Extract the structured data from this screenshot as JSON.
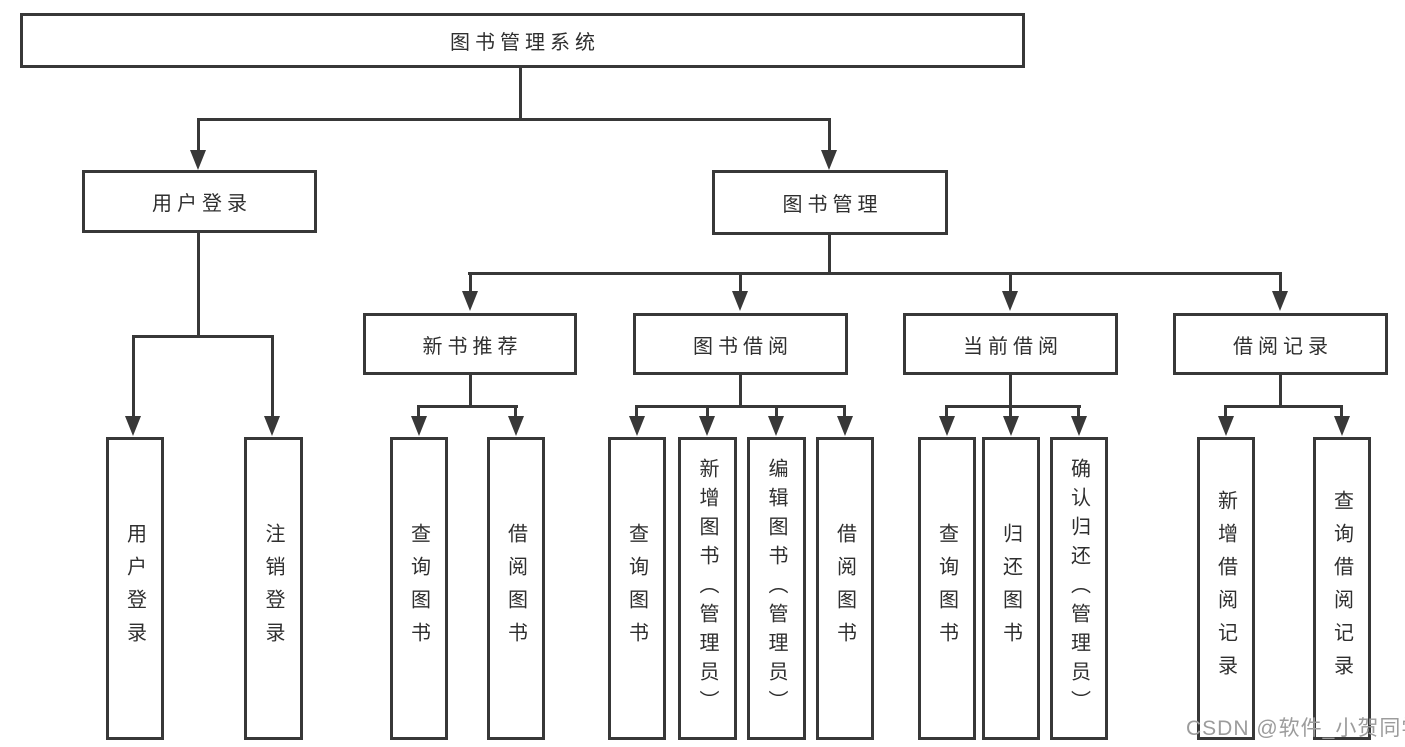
{
  "tree": {
    "root_label": "图书管理系统",
    "branches": [
      {
        "label": "用户登录",
        "leaves": [
          "用户登录",
          "注销登录"
        ]
      },
      {
        "label": "图书管理",
        "groups": [
          {
            "label": "新书推荐",
            "leaves": [
              "查询图书",
              "借阅图书"
            ]
          },
          {
            "label": "图书借阅",
            "leaves": [
              "查询图书",
              "新增图书（管理员）",
              "编辑图书（管理员）",
              "借阅图书"
            ]
          },
          {
            "label": "当前借阅",
            "leaves": [
              "查询图书",
              "归还图书",
              "确认归还（管理员）"
            ]
          },
          {
            "label": "借阅记录",
            "leaves": [
              "新增借阅记录",
              "查询借阅记录"
            ]
          }
        ]
      }
    ]
  },
  "watermark": {
    "text": "CSDN @软件_小贺同学"
  },
  "colors": {
    "line": "#383838",
    "text": "#2f2f2f",
    "watermark": "#9c9c9c",
    "background": "#ffffff"
  }
}
